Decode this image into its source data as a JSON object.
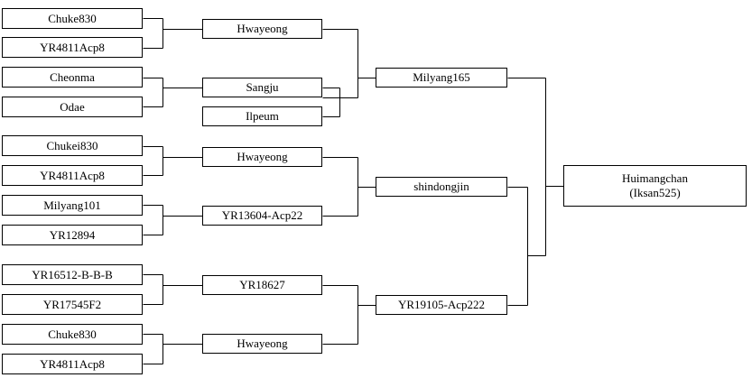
{
  "pedigree": {
    "parents": [
      "Chuke830",
      "YR4811Acp8",
      "Cheonma",
      "Odae",
      "Chukei830",
      "YR4811Acp8",
      "Milyang101",
      "YR12894",
      "YR16512-B-B-B",
      "YR17545F2",
      "Chuke830",
      "YR4811Acp8"
    ],
    "level1": [
      "Hwayeong",
      "Sangju",
      "Ilpeum",
      "Hwayeong",
      "YR13604-Acp22",
      "YR18627",
      "Hwayeong"
    ],
    "level2": [
      "Milyang165",
      "shindongjin",
      "YR19105-Acp222"
    ],
    "root": {
      "line1": "Huimangchan",
      "line2": "(Iksan525)"
    }
  }
}
